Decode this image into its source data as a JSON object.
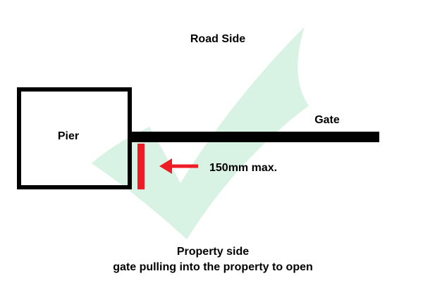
{
  "labels": {
    "road_side": "Road Side",
    "gate": "Gate",
    "pier": "Pier",
    "measurement": "150mm max.",
    "property_side": "Property side",
    "caption": "gate pulling into the property to open"
  },
  "colors": {
    "outline": "#000000",
    "gate_bar": "#000000",
    "gap_marker": "#ee1c25",
    "arrow": "#ee1c25",
    "watermark": "#d8f3e4",
    "background": "#ffffff"
  },
  "icons": {
    "watermark": "checkmark-icon",
    "arrow": "arrow-left-icon"
  }
}
